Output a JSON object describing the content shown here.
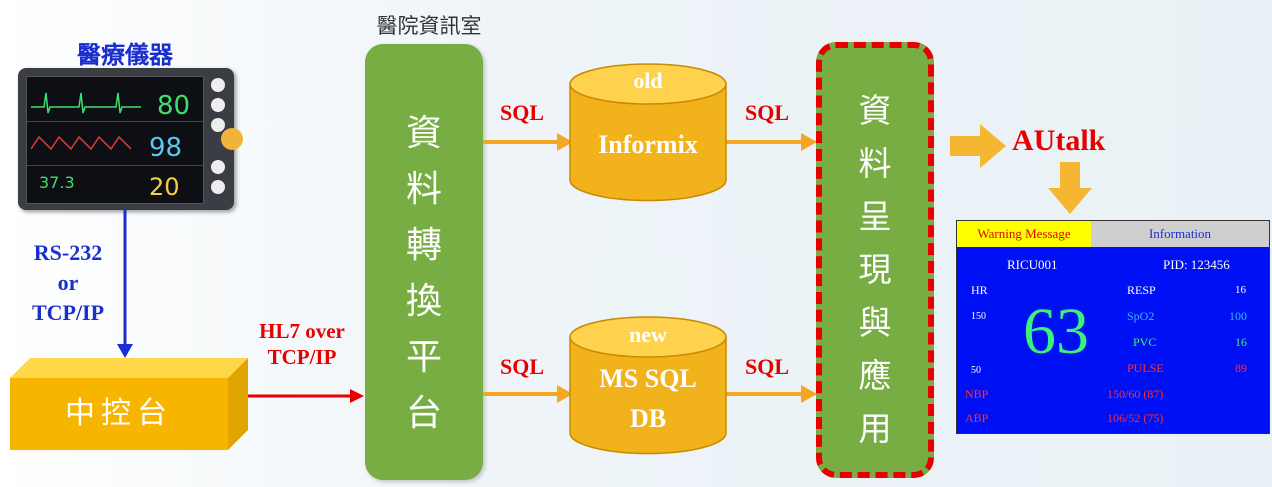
{
  "device": {
    "label": "醫療儀器",
    "hr": "80",
    "spo2": "98",
    "temp": "37.3",
    "resp": "20"
  },
  "link_rs232": {
    "line1": "RS-232",
    "line2": "or",
    "line3": "TCP/IP"
  },
  "central": {
    "label": "中控台"
  },
  "hl7": {
    "line1": "HL7 over",
    "line2": "TCP/IP"
  },
  "platform": {
    "top_label": "醫院資訊室",
    "chars": [
      "資",
      "料",
      "轉",
      "換",
      "平",
      "台"
    ]
  },
  "sql_labels": {
    "a": "SQL",
    "b": "SQL",
    "c": "SQL",
    "d": "SQL"
  },
  "db_old": {
    "tag": "old",
    "name": "Informix"
  },
  "db_new": {
    "tag": "new",
    "line1": "MS SQL",
    "line2": "DB"
  },
  "presentation": {
    "chars": [
      "資",
      "料",
      "呈",
      "現",
      "與",
      "應",
      "用"
    ]
  },
  "autalk": {
    "label": "AUtalk"
  },
  "monitor_panel": {
    "tab_warning": "Warning Message",
    "tab_info": "Information",
    "unit": "RICU001",
    "pid": "PID: 123456",
    "hr_label": "HR",
    "hr_high": "150",
    "hr_low": "50",
    "hr_value": "63",
    "resp_label": "RESP",
    "resp_value": "16",
    "spo2_label": "SpO2",
    "spo2_value": "100",
    "pvc_label": "PVC",
    "pvc_value": "16",
    "pulse_label": "PULSE",
    "pulse_value": "89",
    "nbp_label": "NBP",
    "nbp_value": "150/60 (87)",
    "abp_label": "ABP",
    "abp_value": "106/52 (75)"
  },
  "colors": {
    "green": "#77ad43",
    "orange": "#f5a623",
    "blue": "#1a2fd0",
    "red": "#e60000"
  }
}
